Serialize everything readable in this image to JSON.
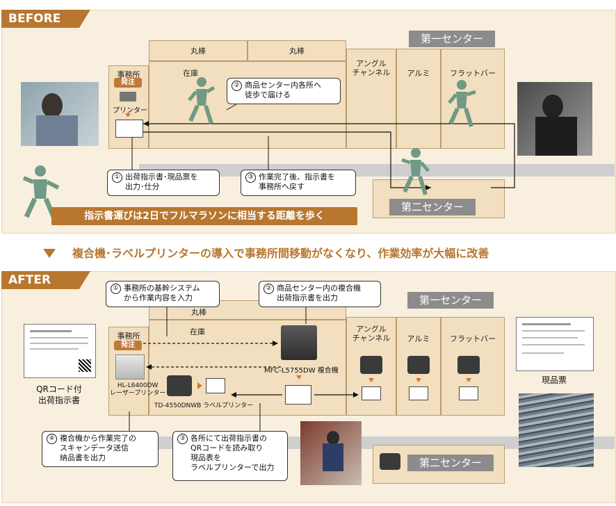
{
  "before": {
    "tag": "BEFORE",
    "first_center": "第一センター",
    "second_center": "第二センター",
    "office": "事務所",
    "order_badge": "発注",
    "printer": "プリンター",
    "bays": {
      "marubou1": "丸棒",
      "zaiko": "在庫",
      "marubou2": "丸棒",
      "angle": "アングル\nチャンネル",
      "alumi": "アルミ",
      "flatbar": "フラットバー"
    },
    "callouts": [
      {
        "num": "①",
        "text": "出荷指示書･現品票を\n出力･仕分"
      },
      {
        "num": "②",
        "text": "商品センター内各所へ\n徒歩で届ける"
      },
      {
        "num": "③",
        "text": "作業完了後、指示書を\n事務所へ戻す"
      }
    ],
    "banner": "指示書運びは2日でフルマラソンに相当する距離を歩く"
  },
  "middle_banner": "複合機･ラベルプリンターの導入で事務所間移動がなくなり、作業効率が大幅に改善",
  "after": {
    "tag": "AFTER",
    "first_center": "第一センター",
    "second_center": "第二センター",
    "office": "事務所",
    "order_badge": "発注",
    "laser_printer": "HL-L6400DW\nレーザープリンター",
    "label_printer": "TD-4550DNWB ラベルプリンター",
    "mfp": "MFC-L5755DW 複合機",
    "bays": {
      "marubou": "丸棒",
      "zaiko": "在庫",
      "angle": "アングル\nチャンネル",
      "alumi": "アルミ",
      "flatbar": "フラットバー"
    },
    "callouts": [
      {
        "num": "①",
        "text": "事務所の基幹システム\nから作業内容を入力"
      },
      {
        "num": "②",
        "text": "商品センター内の複合機\n出荷指示書を出力"
      },
      {
        "num": "③",
        "text": "各所にて出荷指示書の\nQRコードを読み取り\n現品表を\nラベルプリンターで出力"
      },
      {
        "num": "④",
        "text": "複合機から作業完了の\nスキャンデータ送信\n納品書を出力"
      }
    ],
    "qr_doc_caption": "QRコード付\n出荷指示書",
    "genpin_caption": "現品票"
  },
  "colors": {
    "panel_bg": "#f8efdf",
    "tag_brown": "#b8762e",
    "bay_fill": "#f2dfbf",
    "center_gray": "#8c8c8c",
    "worker_green": "#6f9a85"
  }
}
